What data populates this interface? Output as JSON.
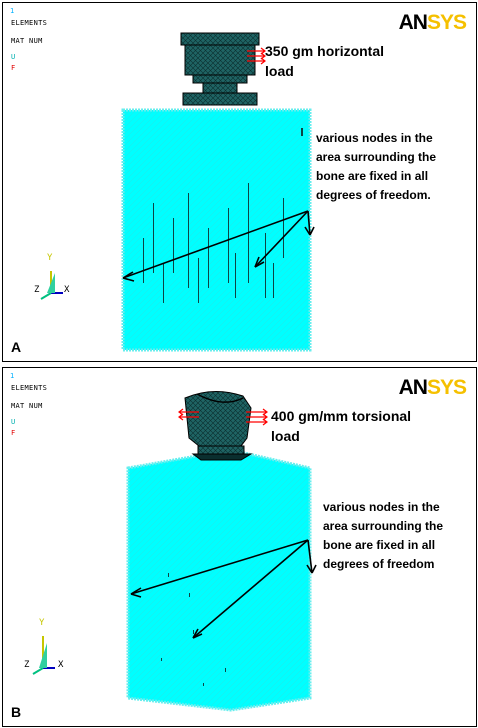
{
  "panels": [
    {
      "label": "A",
      "index_num": "1",
      "header_line1": "ELEMENTS",
      "header_line2": "MAT  NUM",
      "legend_u": "U",
      "legend_f": "F",
      "brand_prefix": "AN",
      "brand_suffix": "SYS",
      "load_line1": "350 gm horizontal",
      "load_line2": "load",
      "fixed_note": [
        "various nodes in the",
        "area surrounding the",
        "bone are fixed in all",
        "degrees of freedom."
      ],
      "axis_y": "Y",
      "axis_z": "Z",
      "axis_x": "X"
    },
    {
      "label": "B",
      "index_num": "1",
      "header_line1": "ELEMENTS",
      "header_line2": "MAT  NUM",
      "legend_u": "U",
      "legend_f": "F",
      "brand_prefix": "AN",
      "brand_suffix": "SYS",
      "load_line1": "400 gm/mm torsional",
      "load_line2": "load",
      "fixed_note": [
        "various nodes in the",
        "area surrounding the",
        "bone are fixed in all",
        "degrees of freedom"
      ],
      "axis_y": "Y",
      "axis_z": "Z",
      "axis_x": "X"
    }
  ],
  "colors": {
    "mesh_fill": "#00ffff",
    "mesh_line": "#0a5050",
    "load_arrow": "#ff0000",
    "brand_black": "#000000",
    "brand_yellow": "#f5c000",
    "legend_u": "#00b0b0",
    "legend_f": "#e00000",
    "index_num": "#00b0ff"
  }
}
